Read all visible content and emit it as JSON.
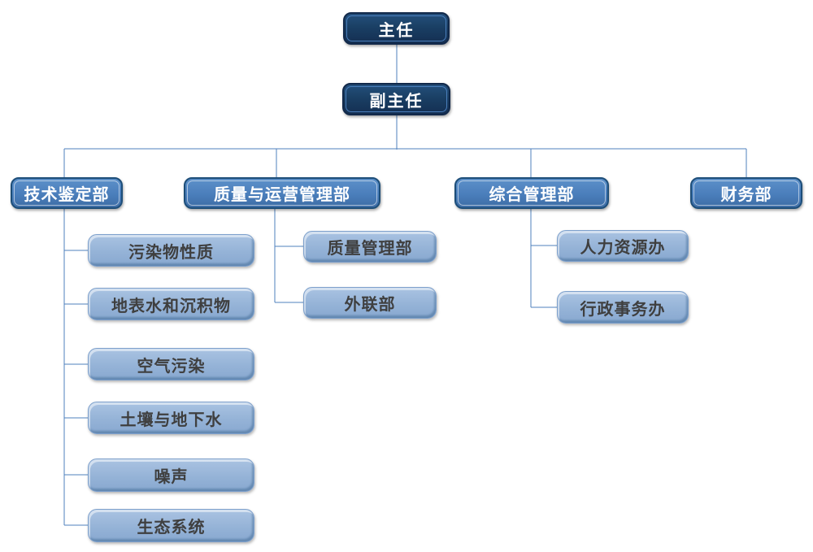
{
  "org_chart": {
    "root": {
      "label": "主任"
    },
    "deputy": {
      "label": "副主任"
    },
    "departments": [
      {
        "label": "技术鉴定部",
        "children": [
          "污染物性质",
          "地表水和沉积物",
          "空气污染",
          "土壤与地下水",
          "噪声",
          "生态系统"
        ]
      },
      {
        "label": "质量与运营管理部",
        "children": [
          "质量管理部",
          "外联部"
        ]
      },
      {
        "label": "综合管理部",
        "children": [
          "人力资源办",
          "行政事务办"
        ]
      },
      {
        "label": "财务部",
        "children": []
      }
    ],
    "colors": {
      "dark_node_fill": "#1a3f64",
      "mid_node_fill": "#4a7ebb",
      "light_node_fill": "#95b3d7",
      "dark_node_text": "#ffffff",
      "light_node_text": "#3f3f3f",
      "connector": "#4f81bd"
    }
  }
}
